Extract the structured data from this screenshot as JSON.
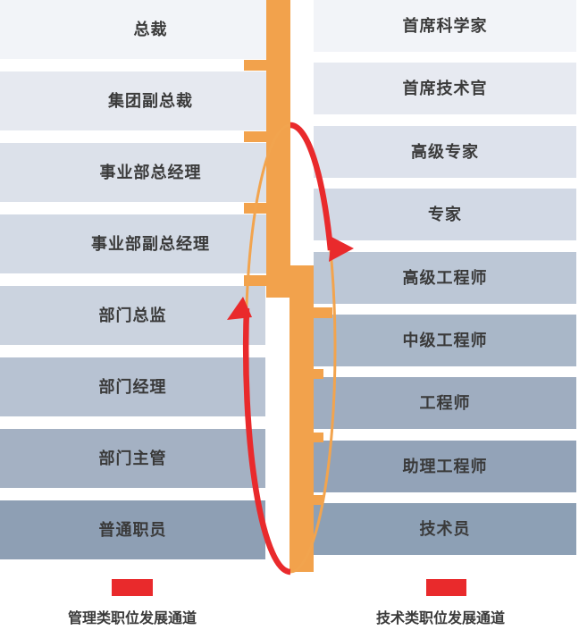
{
  "diagram": {
    "type": "dual career ladder diagram",
    "management_track": {
      "caption": "管理类职位发展通道",
      "levels": [
        "总裁",
        "集团副总裁",
        "事业部总经理",
        "事业部副总经理",
        "部门总监",
        "部门经理",
        "部门主管",
        "普通职员"
      ],
      "level_colors": [
        "#f2f4f8",
        "#e6e9f0",
        "#dce1ea",
        "#d3dae5",
        "#cbd3df",
        "#b7c2d2",
        "#a4b1c3",
        "#8e9fb4"
      ]
    },
    "technical_track": {
      "caption": "技术类职位发展通道",
      "levels": [
        "首席科学家",
        "首席技术官",
        "高级专家",
        "专家",
        "高级工程师",
        "中级工程师",
        "工程师",
        "助理工程师",
        "技术员"
      ],
      "level_colors": [
        "#f2f4f8",
        "#e7eaf1",
        "#dde2ec",
        "#d2d9e5",
        "#bcc7d6",
        "#a9b7c8",
        "#9fadc0",
        "#93a3b8",
        "#8da0b5"
      ]
    },
    "colors": {
      "ladder_orange": "#f2a24c",
      "ellipse_orange": "#f2a44e",
      "arrow_red": "#e92a2c",
      "legend_red": "#e92a2c",
      "label_text": "#3a3a3a"
    }
  }
}
